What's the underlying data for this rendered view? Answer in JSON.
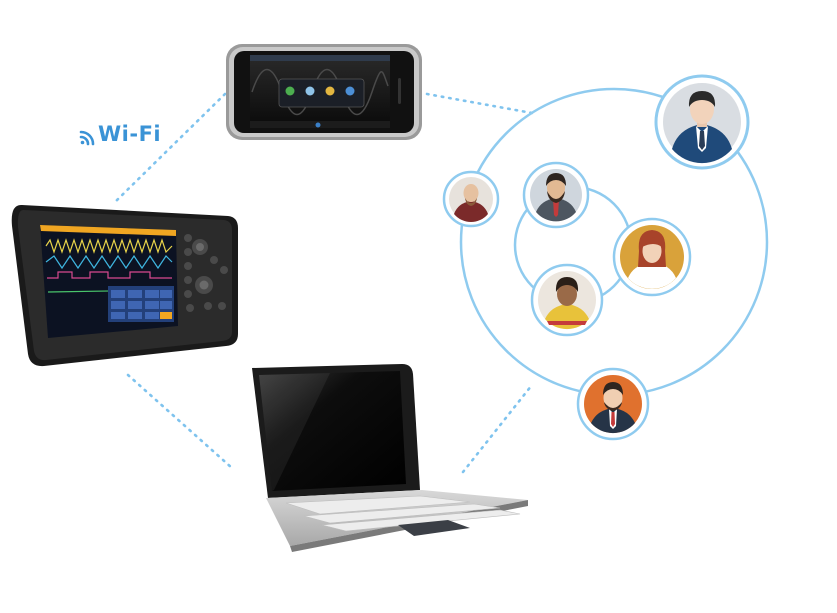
{
  "wifi": {
    "label": "Wi-Fi",
    "icon": "wifi-icon",
    "color": "#3a93d6"
  },
  "colors": {
    "link": "#7fc3ee",
    "ring": "#8fcbef",
    "device_body": "#1d1d1d",
    "accent_orange": "#e0712e",
    "accent_yellow": "#d9a23a"
  },
  "devices": [
    {
      "id": "smartphone",
      "icon": "smartphone-icon"
    },
    {
      "id": "oscilloscope",
      "icon": "oscilloscope-icon"
    },
    {
      "id": "laptop",
      "icon": "laptop-icon"
    }
  ],
  "network": {
    "icon": "user-network-icon",
    "users": [
      {
        "id": "businessman",
        "icon": "businessman-avatar-icon",
        "bg": "#d9dde2"
      },
      {
        "id": "bald-man",
        "icon": "bald-man-avatar-icon",
        "bg": "#e7e2dc"
      },
      {
        "id": "bearded-man",
        "icon": "bearded-man-avatar-icon",
        "bg": "#cfd6dd"
      },
      {
        "id": "woman",
        "icon": "woman-avatar-icon",
        "bg": "#d9a23a"
      },
      {
        "id": "young-man",
        "icon": "young-man-avatar-icon",
        "bg": "#ece6de"
      },
      {
        "id": "orange-man",
        "icon": "man-orange-avatar-icon",
        "bg": "#e0712e"
      }
    ]
  }
}
